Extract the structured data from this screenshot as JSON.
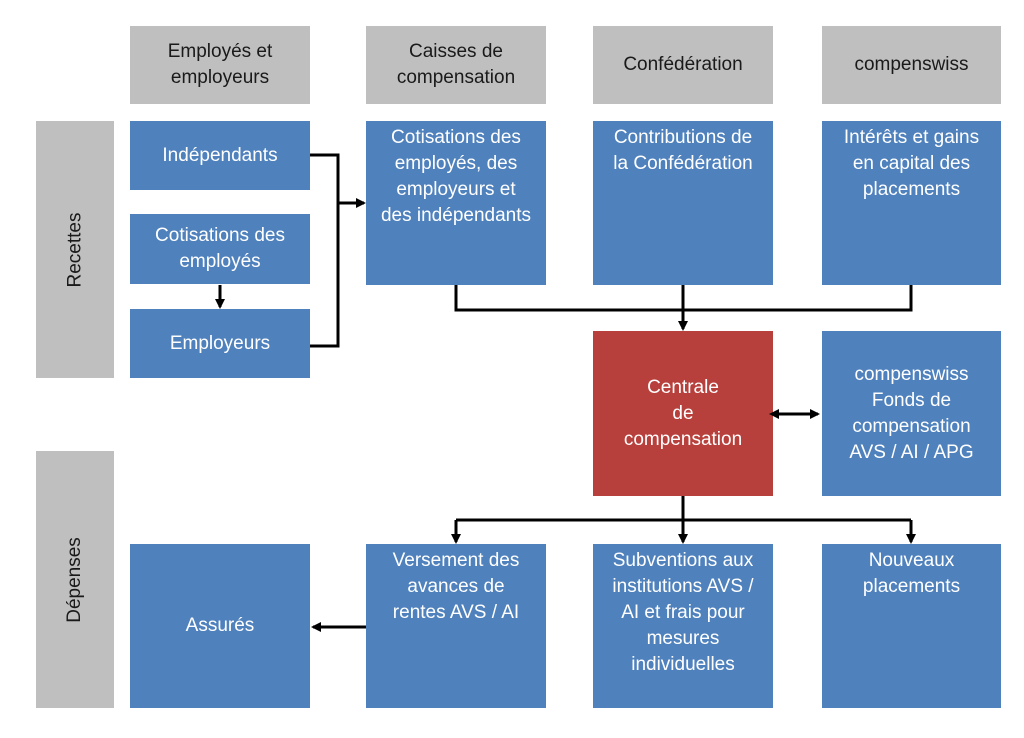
{
  "headers": {
    "employes": "Employés et\nemployeurs",
    "caisses": "Caisses de\ncompensation",
    "confederation": "Confédération",
    "compenswiss": "compenswiss"
  },
  "side_labels": {
    "recettes": "Recettes",
    "depenses": "Dépenses"
  },
  "boxes": {
    "independants": "Indépendants",
    "cotisations_employes": "Cotisations des\nemployés",
    "employeurs": "Employeurs",
    "cotisations_caisses": "Cotisations des\nemployés, des\nemployeurs et\ndes indépendants",
    "contributions_confederation": "Contributions de\nla Confédération",
    "interets": "Intérêts et gains\nen capital des\nplacements",
    "centrale": "Centrale\nde\ncompensation",
    "fonds": "compenswiss\nFonds de\ncompensation\nAVS / AI / APG",
    "assures": "Assurés",
    "versement": "Versement des\navances de\nrentes AVS / AI",
    "subventions": "Subventions aux\ninstitutions AVS /\nAI et frais pour\nmesures\nindividuelles",
    "nouveaux_placements": "Nouveaux\nplacements"
  },
  "colors": {
    "box_blue": "#4f81bd",
    "box_red": "#b8403c",
    "header_grey": "#bfbfbf",
    "arrow": "#000000"
  }
}
